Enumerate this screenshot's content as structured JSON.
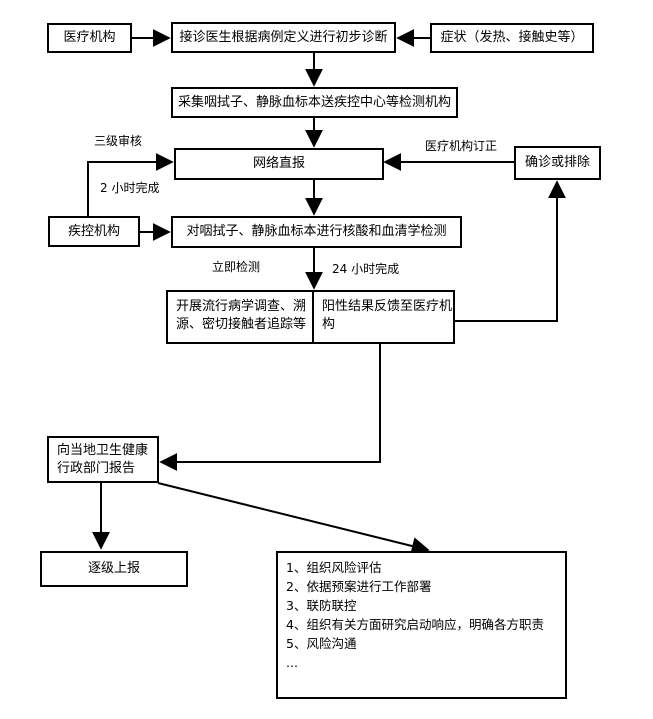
{
  "boxes": {
    "medical_institution": "医疗机构",
    "initial_diagnosis": "接诊医生根据病例定义进行初步诊断",
    "symptoms": "症状（发热、接触史等）",
    "sample_collection": "采集咽拭子、静脉血标本送疾控中心等检测机构",
    "network_report": "网络直报",
    "confirm_or_exclude": "确诊或排除",
    "cdc": "疾控机构",
    "nucleic_serology": "对咽拭子、静脉血标本进行核酸和血清学检测",
    "epidemiology": "开展流行病学调查、溯源、密切接触者追踪等",
    "positive_feedback": "阳性结果反馈至医疗机构",
    "report_health_dept": "向当地卫生健康行政部门报告",
    "report_upward": "逐级上报"
  },
  "labels": {
    "three_level_review": "三级审核",
    "two_hours": "2 小时完成",
    "institution_correct": "医疗机构订正",
    "immediate_test": "立即检测",
    "twentyfour_hours": "24 小时完成"
  },
  "actions": [
    "1、组织风险评估",
    "2、依据预案进行工作部署",
    "3、联防联控",
    "4、组织有关方面研究启动响应，明确各方职责",
    "5、风险沟通",
    "..."
  ]
}
